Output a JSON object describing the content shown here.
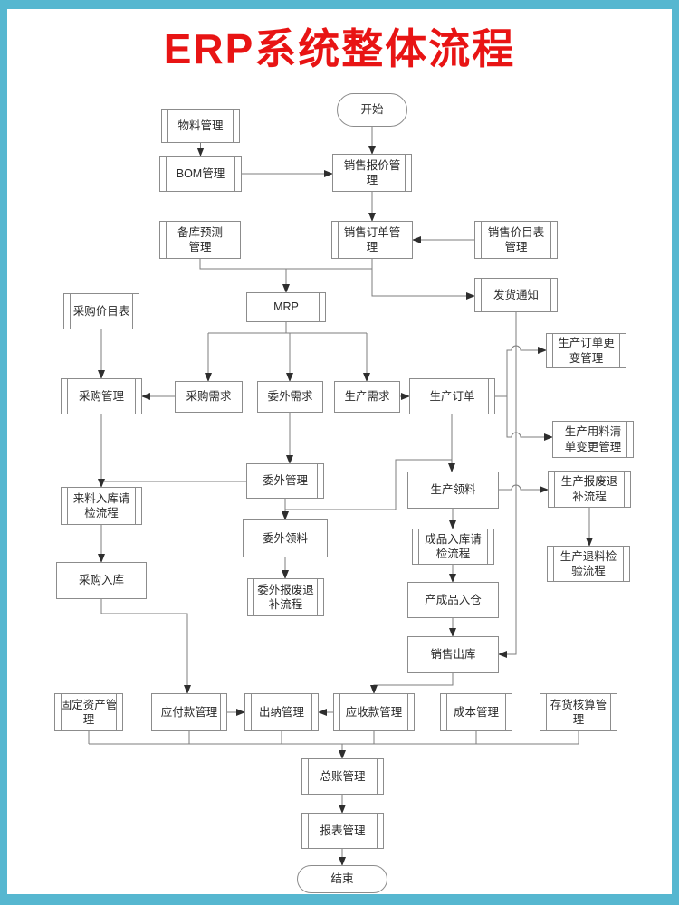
{
  "title": "ERP系统整体流程",
  "colors": {
    "frame_teal": "#56b7d0",
    "title_red": "#e81414",
    "box_border": "#8c8c8c",
    "wire": "#7d7d7d",
    "arrowhead": "#2e2e2e",
    "background": "#ffffff"
  },
  "nodes": {
    "start": {
      "label": "开始",
      "shape": "terminator"
    },
    "material": {
      "label": "物料管理",
      "shape": "process"
    },
    "bom": {
      "label": "BOM管理",
      "shape": "process"
    },
    "salesquote": {
      "label": "销售报价管\n理",
      "shape": "process"
    },
    "stockforecast": {
      "label": "备库预测\n管理",
      "shape": "process"
    },
    "salesorder": {
      "label": "销售订单管\n理",
      "shape": "process"
    },
    "salespricelist": {
      "label": "销售价目表\n管理",
      "shape": "process"
    },
    "shipnotice": {
      "label": "发货通知",
      "shape": "process"
    },
    "mrp": {
      "label": "MRP",
      "shape": "process"
    },
    "purchpricelist": {
      "label": "采购价目表",
      "shape": "process"
    },
    "prodorderchg": {
      "label": "生产订单更\n变管理",
      "shape": "process"
    },
    "purchmgmt": {
      "label": "采购管理",
      "shape": "process"
    },
    "purchdemand": {
      "label": "采购需求",
      "shape": "rect"
    },
    "outsrcdemand": {
      "label": "委外需求",
      "shape": "rect"
    },
    "proddemand": {
      "label": "生产需求",
      "shape": "rect"
    },
    "prodorder": {
      "label": "生产订单",
      "shape": "process"
    },
    "prodbomchg": {
      "label": "生产用料清\n单变更管理",
      "shape": "process"
    },
    "outsrcmgmt": {
      "label": "委外管理",
      "shape": "process"
    },
    "incominginsp": {
      "label": "来料入库请\n检流程",
      "shape": "process"
    },
    "prodpicking": {
      "label": "生产领料",
      "shape": "rect"
    },
    "prodscrap": {
      "label": "生产报废退\n补流程",
      "shape": "process"
    },
    "prodreturninsp": {
      "label": "生产退料检\n验流程",
      "shape": "process"
    },
    "outsrcpicking": {
      "label": "委外领料",
      "shape": "rect"
    },
    "fginsp": {
      "label": "成品入库请\n检流程",
      "shape": "process"
    },
    "purchinbound": {
      "label": "采购入库",
      "shape": "rect"
    },
    "outsrcscrap": {
      "label": "委外报废退\n补流程",
      "shape": "process"
    },
    "fgwarehouse": {
      "label": "产成品入仓",
      "shape": "rect"
    },
    "salesoutbound": {
      "label": "销售出库",
      "shape": "rect"
    },
    "fixedasset": {
      "label": "固定资产管\n理",
      "shape": "process"
    },
    "payable": {
      "label": "应付款管理",
      "shape": "process"
    },
    "cashier": {
      "label": "出纳管理",
      "shape": "process"
    },
    "receivable": {
      "label": "应收款管理",
      "shape": "process"
    },
    "costmgmt": {
      "label": "成本管理",
      "shape": "process"
    },
    "invacct": {
      "label": "存货核算管\n理",
      "shape": "process"
    },
    "ledger": {
      "label": "总账管理",
      "shape": "process"
    },
    "report": {
      "label": "报表管理",
      "shape": "process"
    },
    "end": {
      "label": "结束",
      "shape": "terminator"
    }
  },
  "edges": [
    {
      "from": "material",
      "to": "bom"
    },
    {
      "from": "bom",
      "to": "salesquote"
    },
    {
      "from": "start",
      "to": "salesquote"
    },
    {
      "from": "salesquote",
      "to": "salesorder"
    },
    {
      "from": "salespricelist",
      "to": "salesorder"
    },
    {
      "from": "stockforecast",
      "to": "mrp"
    },
    {
      "from": "salesorder",
      "to": "mrp"
    },
    {
      "from": "salesorder",
      "to": "shipnotice"
    },
    {
      "from": "mrp",
      "to": "purchdemand"
    },
    {
      "from": "mrp",
      "to": "outsrcdemand"
    },
    {
      "from": "mrp",
      "to": "proddemand"
    },
    {
      "from": "purchdemand",
      "to": "purchmgmt"
    },
    {
      "from": "proddemand",
      "to": "prodorder"
    },
    {
      "from": "purchpricelist",
      "to": "purchmgmt"
    },
    {
      "from": "shipnotice",
      "to": "salesoutbound"
    },
    {
      "from": "prodorder",
      "to": "prodorderchg"
    },
    {
      "from": "prodorder",
      "to": "prodbomchg"
    },
    {
      "from": "outsrcdemand",
      "to": "outsrcmgmt"
    },
    {
      "from": "purchmgmt",
      "to": "incominginsp"
    },
    {
      "from": "outsrcmgmt",
      "to": "incominginsp"
    },
    {
      "from": "incominginsp",
      "to": "purchinbound"
    },
    {
      "from": "outsrcmgmt",
      "to": "outsrcpicking"
    },
    {
      "from": "outsrcmgmt",
      "to": "prodpicking"
    },
    {
      "from": "prodorder",
      "to": "prodpicking"
    },
    {
      "from": "prodpicking",
      "to": "prodscrap"
    },
    {
      "from": "prodscrap",
      "to": "prodreturninsp"
    },
    {
      "from": "prodpicking",
      "to": "fginsp"
    },
    {
      "from": "outsrcpicking",
      "to": "outsrcscrap"
    },
    {
      "from": "fginsp",
      "to": "fgwarehouse"
    },
    {
      "from": "fgwarehouse",
      "to": "salesoutbound"
    },
    {
      "from": "purchinbound",
      "to": "payable"
    },
    {
      "from": "salesoutbound",
      "to": "receivable"
    },
    {
      "from": "payable",
      "to": "cashier"
    },
    {
      "from": "receivable",
      "to": "cashier"
    },
    {
      "from": "fixedasset",
      "to": "ledger"
    },
    {
      "from": "payable",
      "to": "ledger"
    },
    {
      "from": "cashier",
      "to": "ledger"
    },
    {
      "from": "receivable",
      "to": "ledger"
    },
    {
      "from": "costmgmt",
      "to": "ledger"
    },
    {
      "from": "invacct",
      "to": "ledger"
    },
    {
      "from": "ledger",
      "to": "report"
    },
    {
      "from": "report",
      "to": "end"
    }
  ]
}
